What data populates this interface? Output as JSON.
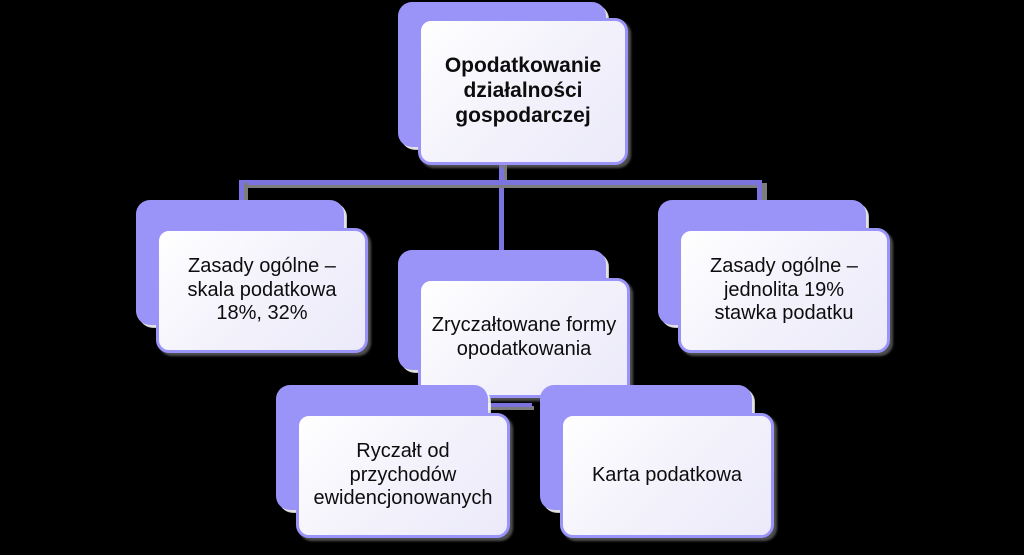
{
  "diagram": {
    "title": "Opodatkowanie działalności gospodarczej",
    "type": "org-chart",
    "background_color": "#000000",
    "accent_color": "#9a94f9",
    "connector_color": "#7b74e0",
    "text_color": "#0d0d0d",
    "nodes": [
      {
        "id": "root",
        "label": "Opodatkowanie\ndziałalności\ngospodarczej",
        "level": 0
      },
      {
        "id": "zasady-ogolne-skala",
        "label": "Zasady ogólne –\nskala podatkowa\n18%, 32%",
        "level": 1
      },
      {
        "id": "zryczaltowane-formy",
        "label": "Zryczałtowane formy\nopodatkowania",
        "level": 1
      },
      {
        "id": "zasady-ogolne-jednolita",
        "label": "Zasady ogólne –\njednolita 19%\nstawka podatku",
        "level": 1
      },
      {
        "id": "ryczalt-przychody",
        "label": "Ryczałt od\nprzychodów\newidencjonowanych",
        "level": 2
      },
      {
        "id": "karta-podatkowa",
        "label": "Karta podatkowa",
        "level": 2
      }
    ],
    "edges": [
      {
        "from": "root",
        "to": "zasady-ogolne-skala"
      },
      {
        "from": "root",
        "to": "zryczaltowane-formy"
      },
      {
        "from": "root",
        "to": "zasady-ogolne-jednolita"
      },
      {
        "from": "zryczaltowane-formy",
        "to": "ryczalt-przychody"
      },
      {
        "from": "zryczaltowane-formy",
        "to": "karta-podatkowa"
      }
    ]
  }
}
